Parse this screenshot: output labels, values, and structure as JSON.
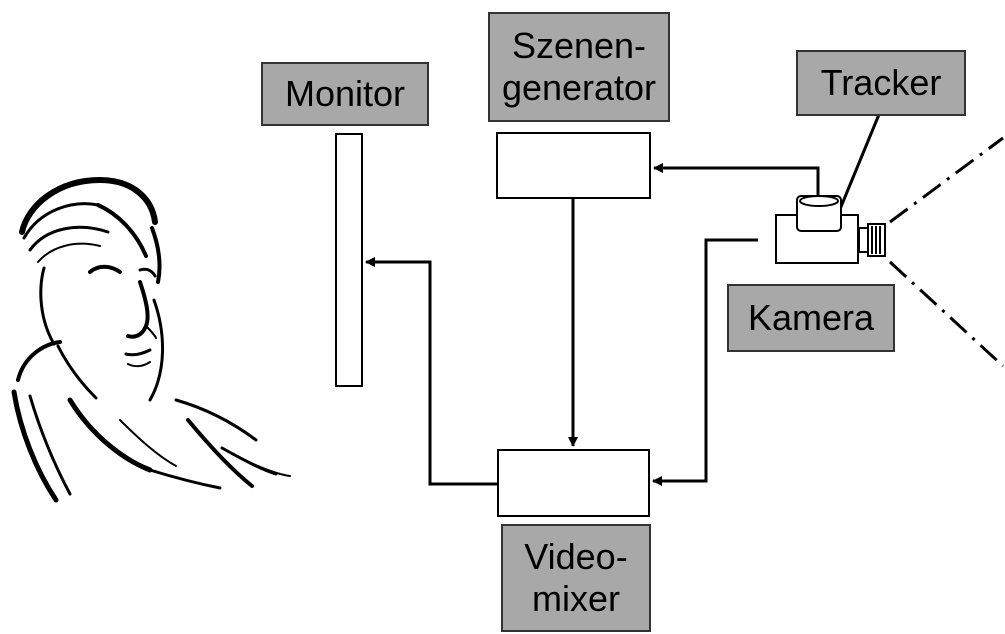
{
  "labels": {
    "monitor": "Monitor",
    "szenen_line1": "Szenen-",
    "szenen_line2": "generator",
    "tracker": "Tracker",
    "kamera": "Kamera",
    "video_line1": "Video-",
    "video_line2": "mixer"
  },
  "colors": {
    "label_fill": "#a8a8a8",
    "stroke": "#000000",
    "background": "#ffffff"
  },
  "icons": {
    "person": "person-sketch-icon",
    "camera": "camera-icon"
  }
}
